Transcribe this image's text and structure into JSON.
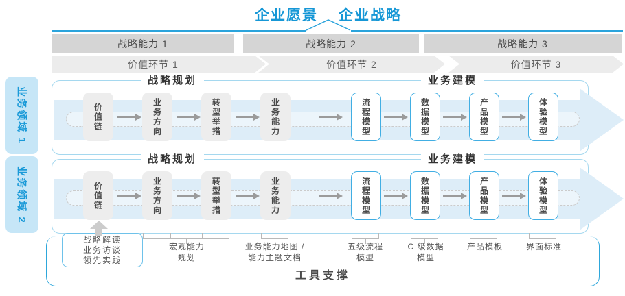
{
  "header": {
    "vision": "企业愿景",
    "strategy": "企业战略"
  },
  "capability_bars": [
    {
      "label": "战略能力 1"
    },
    {
      "label": "战略能力 2"
    },
    {
      "label": "战略能力 3"
    }
  ],
  "value_links": [
    {
      "label": "价值环节 1"
    },
    {
      "label": "价值环节 2"
    },
    {
      "label": "价值环节 3"
    }
  ],
  "domains": [
    {
      "label": "业务领域 1"
    },
    {
      "label": "业务领域 2"
    }
  ],
  "panel": {
    "strategy_section_title": "战略规划",
    "modeling_section_title": "业务建模",
    "strategy_nodes": [
      "价值链",
      "业务方向",
      "转型举措",
      "业务能力"
    ],
    "modeling_nodes": [
      "流程模型",
      "数据模型",
      "产品模型",
      "体验模型"
    ]
  },
  "annotations": {
    "practice_box": "战略解读\n业务访谈\n领先实践",
    "macro_capability": "宏观能力\n规划",
    "capability_map": "业务能力地图 /\n能力主题文档",
    "process_model": "五级流程\n模型",
    "data_model": "C 级数据\n模型",
    "product_template": "产品模板",
    "ui_standard": "界面标准"
  },
  "tool_support": {
    "label": "工具支撑"
  },
  "colors": {
    "accent_blue": "#1697d6",
    "line_blue": "#2ba4dc",
    "panel_border": "#a5d8ef",
    "node_border_blue": "#41aee3",
    "band_blue": "#ddedf8",
    "tab_bg": "#c6e6f7",
    "bar_gray": "#d5d5d5",
    "chevron_gray": "#ececec"
  }
}
